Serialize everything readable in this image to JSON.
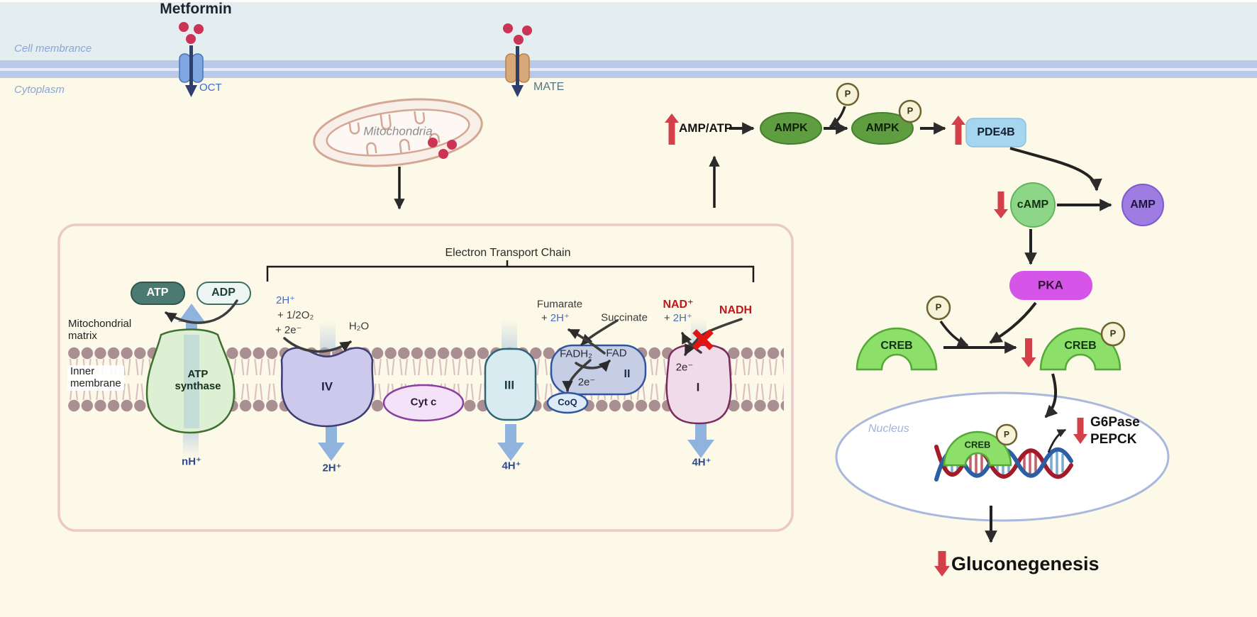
{
  "palette": {
    "extracellular_bg": "#e4eef0",
    "membrane_band": "#b9c9e9",
    "cytoplasm_bg": "#fcf9e8",
    "metformin_dot": "#cc3355",
    "oct_fill": "#7fa8e0",
    "mate_fill": "#d9a878",
    "transport_arrow": "#2e3f6e",
    "mito_outline": "#d4a795",
    "etc_box_border": "#ecc9c9",
    "lipid_head": "#a98e92",
    "atp_synthase_fill": "#def0d4",
    "complex4_fill": "#cdc9ec",
    "complex3_fill": "#d8ebf1",
    "complex2_fill": "#c6cee6",
    "complex1_fill": "#f0dbe9",
    "cytc_fill": "#f4e3f8",
    "coq_fill": "#ddebf8",
    "atp_pill": "#4a7a70",
    "adp_pill": "#eef6f4",
    "proton_arrow": "#8fb3dc",
    "up_down_red": "#d4404a",
    "block_x_red": "#e31414",
    "ampk_fill": "#5e9e40",
    "pde4b_fill": "#a5d5ef",
    "camp_fill": "#8ed687",
    "amp_fill": "#9e7ce2",
    "pka_fill": "#d455e8",
    "creb_fill": "#8ce06a",
    "p_fill": "#f7f3d8",
    "nucleus_border": "#aab8dd",
    "dna_blue": "#2b5fa3",
    "dna_red": "#a31b28"
  },
  "membrane_zone": {
    "metformin": "Metformin",
    "cell_membrane": "Cell membrance",
    "cytoplasm": "Cytoplasm",
    "oct": "OCT",
    "mate": "MATE"
  },
  "mitochondria_label": "Mitochondria",
  "etc": {
    "title": "Electron Transport Chain",
    "matrix": "Mitochondrial\nmatrix",
    "inner_membrane": "Inner\nmembrane",
    "atp": "ATP",
    "adp": "ADP",
    "synthase": "ATP\nsynthase",
    "nh": "nH⁺",
    "c4": {
      "name": "IV",
      "r1": "2H⁺",
      "r2": "+ 1/2O₂",
      "r3": "+ 2e⁻",
      "h2o": "H₂O",
      "pumped": "2H⁺"
    },
    "cytc": "Cyt c",
    "c3": {
      "name": "III",
      "pumped": "4H⁺"
    },
    "c2": {
      "name": "II",
      "fadh2": "FADH₂",
      "fad": "FAD",
      "e": "2e⁻",
      "fumarate": "Fumarate",
      "fumarate_plus": "+",
      "fumarate_h": "2H⁺",
      "succinate": "Succinate"
    },
    "coq": "CoQ",
    "c1": {
      "name": "I",
      "e": "2e⁻",
      "nad": "NAD⁺",
      "nad_plus": "+",
      "nad_h": "2H⁺",
      "nadh": "NADH",
      "pumped": "4H⁺"
    }
  },
  "pathway": {
    "amp_atp": "AMP/ATP",
    "ampk": "AMPK",
    "p": "P",
    "pde4b": "PDE4B",
    "camp": "cAMP",
    "amp": "AMP",
    "pka": "PKA",
    "creb": "CREB",
    "nucleus": "Nucleus",
    "g6pase": "G6Pase",
    "pepck": "PEPCK",
    "gluconeogenesis": "Gluconegenesis"
  }
}
